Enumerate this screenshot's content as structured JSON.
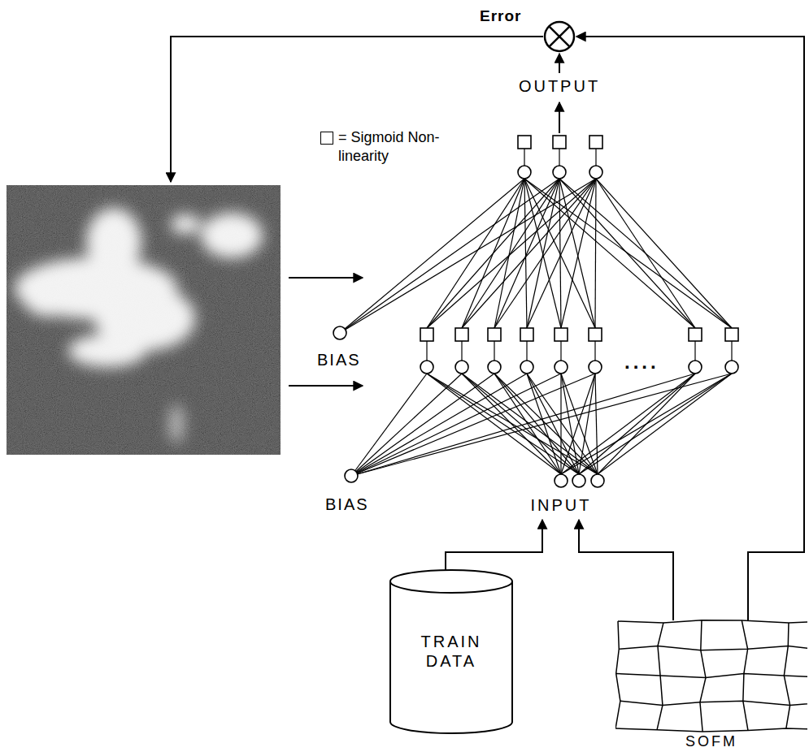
{
  "diagram": {
    "nodes": [
      {
        "text": [
          "Error"
        ]
      },
      {
        "text": [
          "OUTPUT"
        ]
      },
      {
        "text": [
          "INPUT"
        ]
      },
      {
        "text": [
          "TRAIN DATA"
        ]
      },
      {
        "text": [
          "SOFM"
        ]
      }
    ],
    "edges": [
      {
        "from": 1,
        "to": 0,
        "arrow": "to"
      },
      {
        "from": 3,
        "to": 2,
        "arrow": "to"
      },
      {
        "from": 4,
        "to": 2,
        "arrow": "to"
      },
      {
        "from": 4,
        "to": 0,
        "arrow": "to"
      }
    ],
    "labels": [
      "BIAS",
      "BIAS",
      "...."
    ],
    "legend": [
      {
        "text": "= Sigmoid Non-linearity"
      }
    ]
  }
}
